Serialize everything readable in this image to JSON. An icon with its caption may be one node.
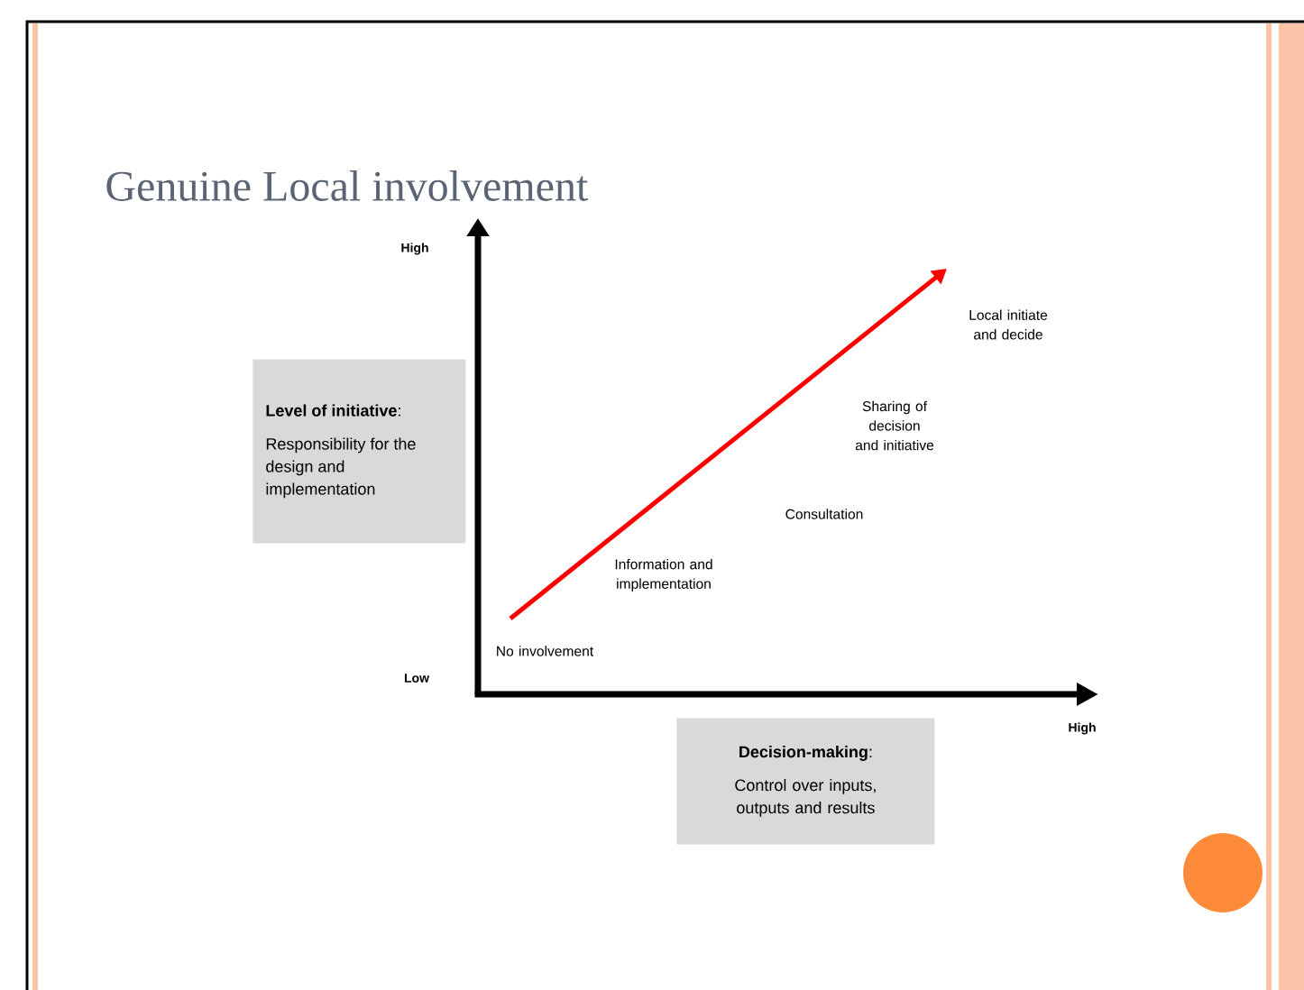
{
  "diagram": {
    "title": "Genuine Local involvement",
    "nodes": [
      {
        "text": [
          "**Level of initiative**:",
          "Responsibility for the design and implementation"
        ]
      },
      {
        "text": [
          "**Decision-making**:",
          "Control over inputs, outputs and results"
        ]
      }
    ],
    "labels": [
      "High",
      "Local initiate and decide",
      "Sharing of decision and initiative",
      "Consultation",
      "Information and implementation",
      "No involvement",
      "Low",
      "High"
    ]
  }
}
